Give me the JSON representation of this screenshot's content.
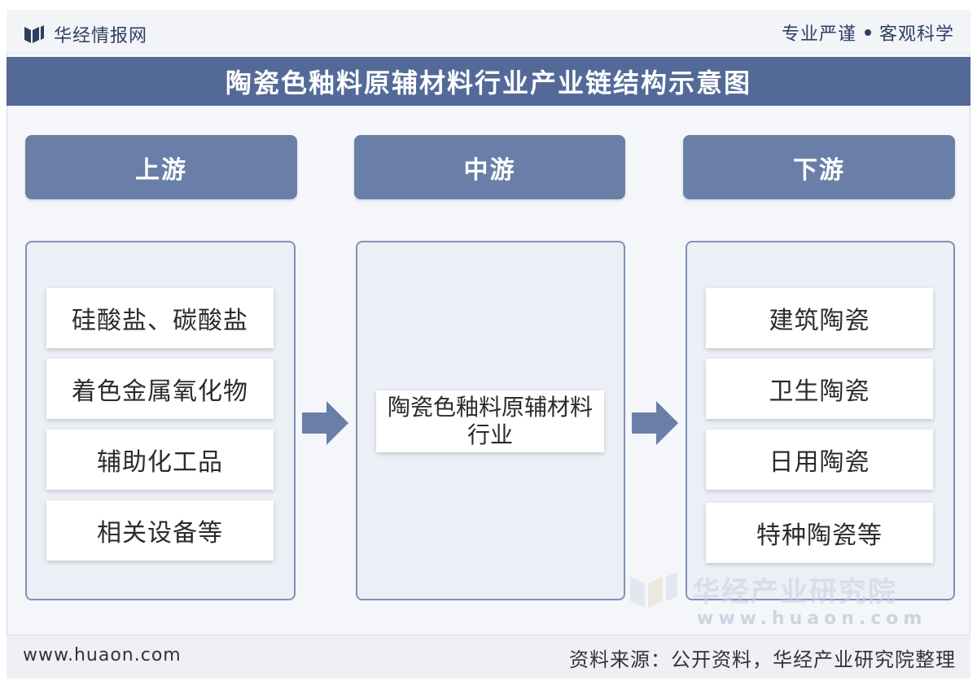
{
  "header": {
    "logo_text": "华经情报网",
    "slogan_left": "专业严谨",
    "slogan_right": "客观科学"
  },
  "title": "陶瓷色釉料原辅材料行业产业链结构示意图",
  "columns": {
    "upstream": {
      "label": "上游",
      "items": [
        "硅酸盐、碳酸盐",
        "着色金属氧化物",
        "辅助化工品",
        "相关设备等"
      ]
    },
    "midstream": {
      "label": "中游",
      "items": [
        "陶瓷色釉料原辅材料行业"
      ]
    },
    "downstream": {
      "label": "下游",
      "items": [
        "建筑陶瓷",
        "卫生陶瓷",
        "日用陶瓷",
        "特种陶瓷等"
      ]
    }
  },
  "watermark": {
    "text": "华经产业研究院",
    "url": "www.huaon.com"
  },
  "footer": {
    "url": "www.huaon.com",
    "source": "资料来源：公开资料，华经产业研究院整理"
  },
  "colors": {
    "title_bar": "#536a99",
    "column_header": "#6a7fa8",
    "box_border": "#7f91b6",
    "arrow": "#6a7fa8"
  }
}
